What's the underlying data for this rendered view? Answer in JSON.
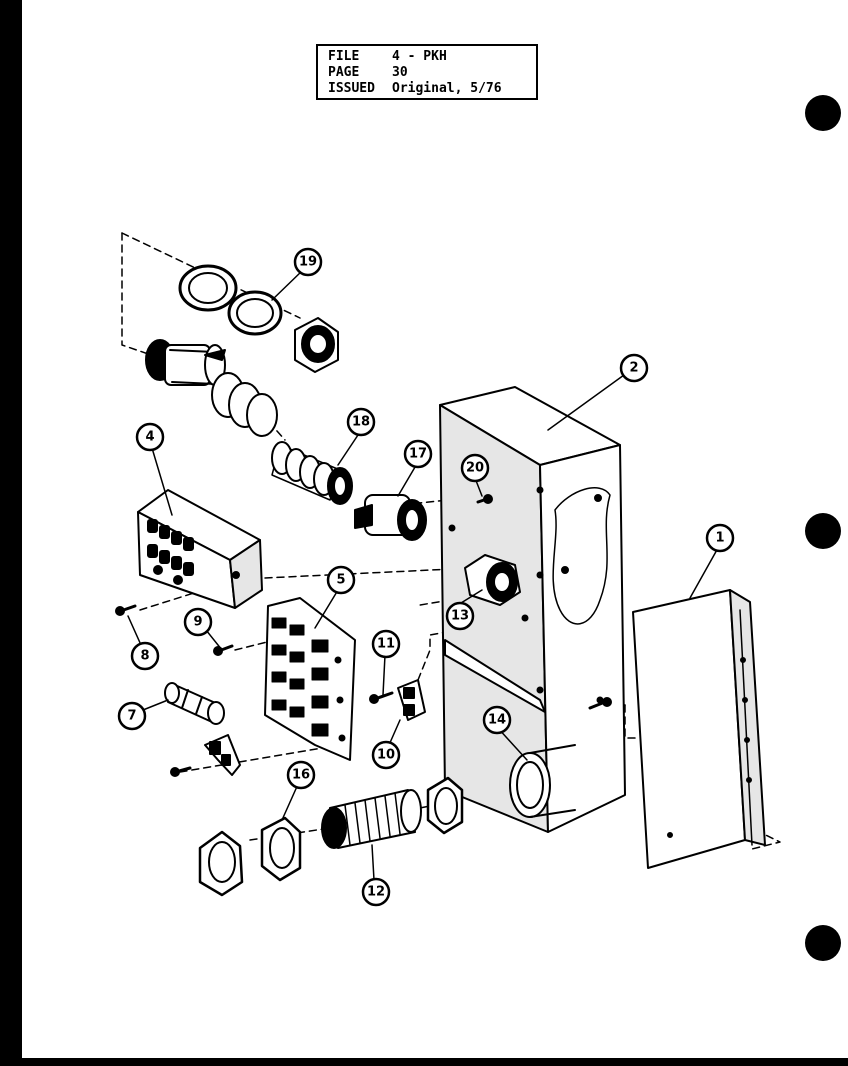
{
  "header": {
    "rows": [
      {
        "key": "FILE",
        "value": "4 - PKH"
      },
      {
        "key": "PAGE",
        "value": "30"
      },
      {
        "key": "ISSUED",
        "value": "Original, 5/76"
      }
    ]
  },
  "callouts": {
    "c1": "1",
    "c2": "2",
    "c4": "4",
    "c5": "5",
    "c7": "7",
    "c8": "8",
    "c9": "9",
    "c10": "10",
    "c11": "11",
    "c12": "12",
    "c13": "13",
    "c14": "14",
    "c16": "16",
    "c17": "17",
    "c18": "18",
    "c19": "19",
    "c20": "20"
  },
  "colors": {
    "ink": "#000000",
    "paper": "#ffffff",
    "fill": "#e6e6e6"
  }
}
